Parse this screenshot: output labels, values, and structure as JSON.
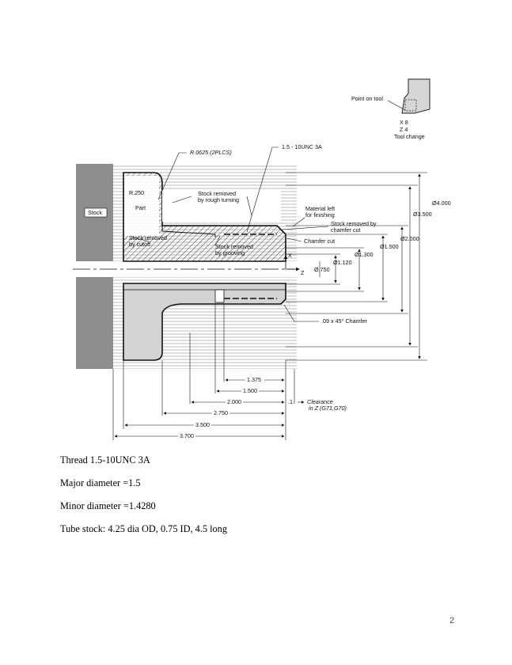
{
  "drawing": {
    "tool_inset": {
      "point_on_tool": "Point on tool",
      "x_coord": "X 8",
      "z_coord": "Z 4",
      "tool_change": "Tool change"
    },
    "callouts": {
      "radius_note": "R.0625 (2PLCS)",
      "thread_note": "1.5 - 10UNC 3A",
      "stock": "Stock",
      "r250": "R.250",
      "part": "Part",
      "rough_1": "Stock removed",
      "rough_2": "by rough turning",
      "finish_1": "Material left",
      "finish_2": "for finishing",
      "chamfer_removed_1": "Stock removed by",
      "chamfer_removed_2": "chamfer cut",
      "chamfer_cut": "Chamfer cut",
      "cutoff_1": "Stock removed",
      "cutoff_2": "by cutoff",
      "groove_1": "Stock removed",
      "groove_2": "by grooving",
      "x_axis": "X",
      "z_axis": "Z",
      "chamfer_45": ".09 x 45° Chamfer",
      "clearance_1": "Clearance",
      "clearance_2": "in Z (G71,G70)"
    },
    "diameters": [
      "Ø4.000",
      "Ø3.500",
      "Ø2.000",
      "Ø1.500",
      "Ø1.300",
      "Ø1.120",
      "Ø.750"
    ],
    "lengths": [
      "1.375",
      "1.500",
      "2.000",
      "2.750",
      "3.500",
      "3.700",
      ".1"
    ]
  },
  "notes": {
    "thread": "Thread 1.5-10UNC 3A",
    "major": "Major diameter =1.5",
    "minor": "Minor diameter =1.4280",
    "stock": "Tube stock: 4.25 dia OD, 0.75 ID, 4.5 long"
  },
  "page_number": "2"
}
